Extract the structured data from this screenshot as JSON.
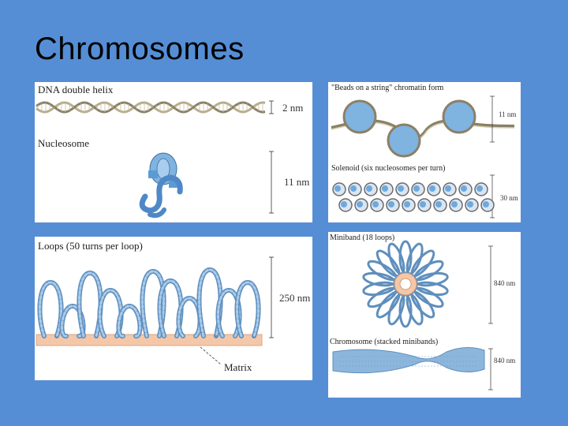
{
  "slide": {
    "title": "Chromosomes"
  },
  "panels": {
    "dna": {
      "label": "DNA double helix",
      "measure": "2 nm"
    },
    "nucleosome": {
      "label": "Nucleosome",
      "measure": "11 nm"
    },
    "beads": {
      "label": "\"Beads on a string\" chromatin form",
      "measure": "11 nm"
    },
    "solenoid": {
      "label": "Solenoid (six nucleosomes per turn)",
      "measure": "30 nm"
    },
    "loops": {
      "label": "Loops (50 turns per loop)",
      "measure": "250 nm",
      "matrix_label": "Matrix"
    },
    "miniband": {
      "label": "Miniband (18 loops)",
      "measure": "840 nm"
    },
    "chromosome": {
      "label": "Chromosome (stacked minibands)",
      "measure": "840 nm"
    }
  },
  "colors": {
    "background": "#558ed5",
    "figure_blue": "#6fa8dc",
    "helix": "#b8ad8c"
  }
}
